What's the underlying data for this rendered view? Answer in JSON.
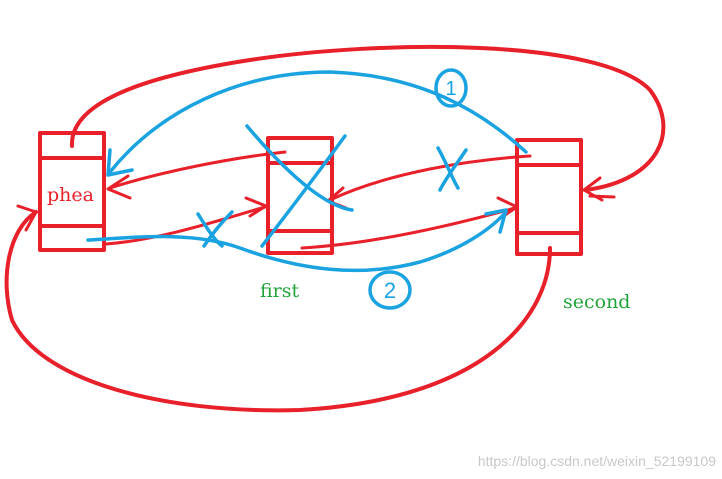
{
  "nodes": {
    "phead": {
      "label": "phea"
    },
    "first": {
      "label": "first"
    },
    "second": {
      "label": "second"
    }
  },
  "steps": {
    "step1": {
      "label": "1"
    },
    "step2": {
      "label": "2"
    }
  },
  "watermark": "https://blog.csdn.net/weixin_52199109",
  "colors": {
    "red": "#e8202a",
    "blue": "#1aa3e0",
    "green": "#22a33a",
    "watermark": "#c8c8c8"
  }
}
